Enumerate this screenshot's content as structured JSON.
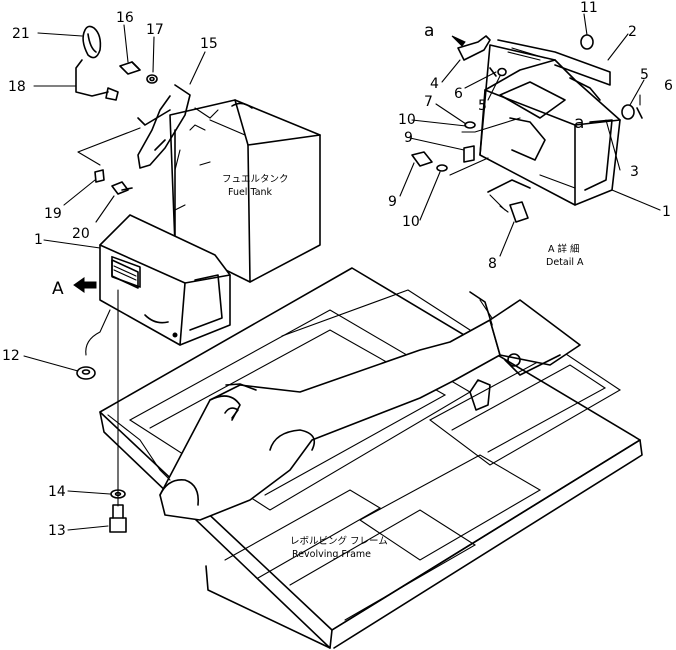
{
  "labels": {
    "fuel_tank_jp": "フュエルタンク",
    "fuel_tank_en": "Fuel Tank",
    "frame_jp": "レボルビング フレーム",
    "frame_en": "Revolving Frame",
    "detail_jp": "A 詳 細",
    "detail_en": "Detail A",
    "view_a": "A",
    "ref_a": "a"
  },
  "callouts": {
    "p1": "1",
    "p1b": "1",
    "p2": "2",
    "p3": "3",
    "p4": "4",
    "p5": "5",
    "p5b": "5",
    "p6": "6",
    "p6b": "6",
    "p7": "7",
    "p8": "8",
    "p9": "9",
    "p9b": "9",
    "p10": "10",
    "p10b": "10",
    "p11": "11",
    "p12": "12",
    "p13": "13",
    "p14": "14",
    "p15": "15",
    "p16": "16",
    "p17": "17",
    "p18": "18",
    "p19": "19",
    "p20": "20",
    "p21": "21"
  }
}
